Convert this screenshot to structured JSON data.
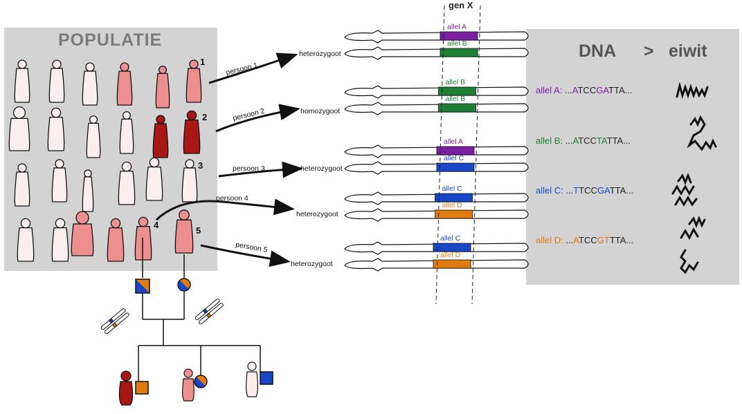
{
  "population": {
    "title": "POPULATIE",
    "numbers": [
      "1",
      "2",
      "3",
      "4",
      "5"
    ]
  },
  "persons": [
    {
      "label": "persoon 1",
      "zygosity": "heterozygoot",
      "alleles": [
        "allel A",
        "allel B"
      ],
      "colors": [
        "#7b1fa2",
        "#1e7e34"
      ]
    },
    {
      "label": "persoon 2",
      "zygosity": "homozygoot",
      "alleles": [
        "allel B",
        "allel B"
      ],
      "colors": [
        "#1e7e34",
        "#1e7e34"
      ]
    },
    {
      "label": "persoon 3",
      "zygosity": "heterozygoot",
      "alleles": [
        "allel A",
        "allel C"
      ],
      "colors": [
        "#7b1fa2",
        "#1746c7"
      ]
    },
    {
      "label": "persoon 4",
      "zygosity": "heterozygoot",
      "alleles": [
        "allel C",
        "allel D"
      ],
      "colors": [
        "#1746c7",
        "#e07b10"
      ]
    },
    {
      "label": "persoon 5",
      "zygosity": "heterozygoot",
      "alleles": [
        "allel C",
        "allel D"
      ],
      "colors": [
        "#1746c7",
        "#e07b10"
      ]
    }
  ],
  "gene": {
    "label": "gen X"
  },
  "dna_panel": {
    "title_dna": "DNA",
    "arrow": ">",
    "title_eiwit": "eiwit",
    "sequences": [
      {
        "name": "allel A:",
        "prefix": " ...",
        "parts": [
          {
            "t": "A",
            "c": "allel"
          },
          {
            "t": "TCC",
            "c": "rest"
          },
          {
            "t": "GA",
            "c": "allel"
          },
          {
            "t": "TTA...",
            "c": "rest"
          }
        ],
        "color": "#7b1fa2"
      },
      {
        "name": "allel B:",
        "prefix": " ...",
        "parts": [
          {
            "t": "A",
            "c": "allel"
          },
          {
            "t": "TCC",
            "c": "rest"
          },
          {
            "t": "TA",
            "c": "allel"
          },
          {
            "t": "TTA...",
            "c": "rest"
          }
        ],
        "color": "#1e7e34"
      },
      {
        "name": "allel C:",
        "prefix": " ...",
        "parts": [
          {
            "t": "T",
            "c": "allel"
          },
          {
            "t": "TCC",
            "c": "rest"
          },
          {
            "t": "GA",
            "c": "allel"
          },
          {
            "t": "TTA...",
            "c": "rest"
          }
        ],
        "color": "#1746c7"
      },
      {
        "name": "allel D:",
        "prefix": " ...",
        "parts": [
          {
            "t": "A",
            "c": "allel"
          },
          {
            "t": "TCC",
            "c": "rest"
          },
          {
            "t": "GT",
            "c": "allel"
          },
          {
            "t": "TTA...",
            "c": "rest"
          }
        ],
        "color": "#e07b10"
      }
    ]
  },
  "colors": {
    "panel": "#d3d3d3",
    "figure_light": "#fbeeee",
    "figure_pink": "#ee8f8f",
    "figure_dark": "#a81616",
    "purple": "#7b1fa2",
    "green": "#1e7e34",
    "blue": "#1746c7",
    "orange": "#e07b10"
  }
}
